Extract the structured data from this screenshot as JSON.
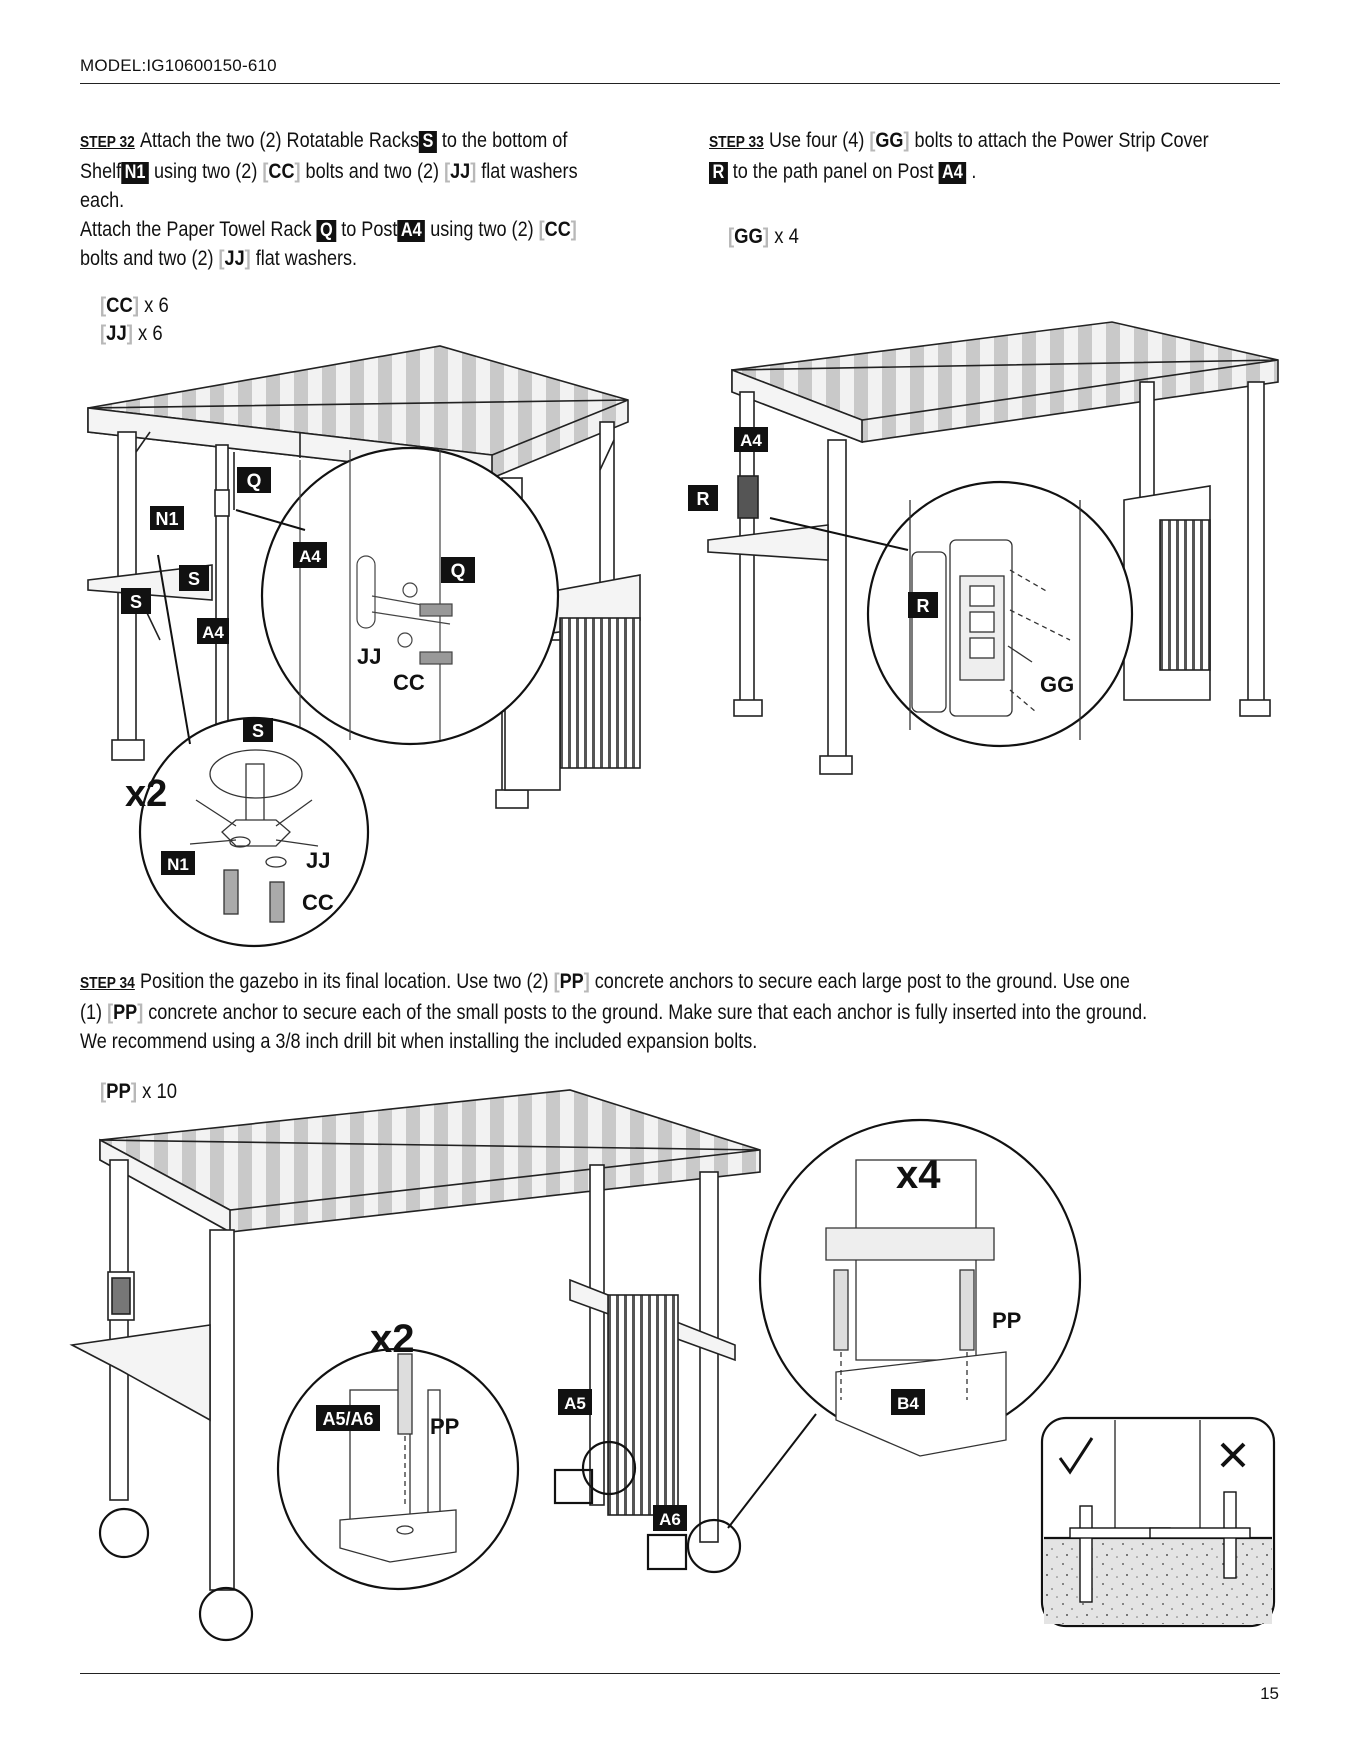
{
  "header": {
    "model": "MODEL:IG10600150-610"
  },
  "step32": {
    "label": "STEP 32",
    "t1": "Attach the two (2) Rotatable Racks",
    "S": "S",
    "t2": "to the bottom of",
    "t3": "Shelf",
    "N1": "N1",
    "t4": "using two (2)",
    "CC": "CC",
    "t5": "bolts and two (2)",
    "JJ": "JJ",
    "t6": "flat washers",
    "t7": "each.",
    "t8": "Attach the Paper Towel Rack",
    "Q": "Q",
    "t9": "to Post",
    "A4": "A4",
    "t10": "using two (2)",
    "t11": "bolts and two (2)",
    "t12": "flat washers.",
    "qty_cc": "x 6",
    "qty_jj": "x 6",
    "callouts": {
      "x2": "x2",
      "A4": "A4",
      "Q": "Q",
      "N1": "N1",
      "S": "S",
      "JJ": "JJ",
      "CC": "CC"
    }
  },
  "step33": {
    "label": "STEP 33",
    "t1": "Use four (4)",
    "GG": "GG",
    "t2": "bolts to attach the Power Strip Cover",
    "R": "R",
    "t3": "to the path panel on Post",
    "A4": "A4",
    "t4": ".",
    "qty_gg": "x 4",
    "callouts": {
      "A4": "A4",
      "R": "R",
      "GG": "GG"
    }
  },
  "step34": {
    "label": "STEP 34",
    "t1": "Position the gazebo in its final location. Use two (2)",
    "PP": "PP",
    "t2": "concrete anchors to secure each large post to the ground. Use one",
    "t3": "(1)",
    "t4": "concrete anchor to secure each of the small posts to the ground. Make sure that each anchor is fully inserted into the ground.",
    "t5": "We recommend using a 3/8 inch drill bit when installing the included expansion bolts.",
    "qty_pp": "x 10",
    "callouts": {
      "x2": "x2",
      "x4": "x4",
      "A5A6": "A5/A6",
      "A5": "A5",
      "A6": "A6",
      "B4": "B4",
      "PP": "PP"
    }
  },
  "footer": {
    "page_number": "15"
  }
}
